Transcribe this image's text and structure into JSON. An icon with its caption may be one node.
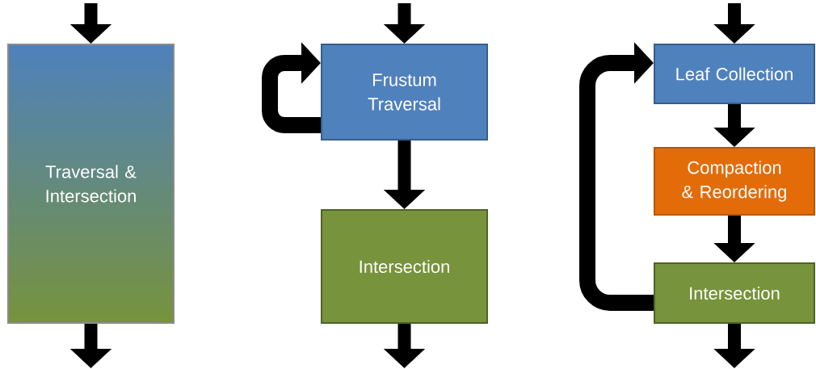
{
  "diagram": {
    "nodes": [
      {
        "text": [
          "Traversal & Intersection"
        ]
      },
      {
        "text": [
          "Frustum Traversal"
        ]
      },
      {
        "text": [
          "Intersection"
        ]
      },
      {
        "text": [
          "Leaf Collection"
        ]
      },
      {
        "text": [
          "Compaction & Reordering"
        ]
      },
      {
        "text": [
          "Intersection"
        ]
      }
    ],
    "edges": [
      {
        "from": null,
        "to": 0,
        "arrow": "to"
      },
      {
        "from": 0,
        "to": null,
        "arrow": "to"
      },
      {
        "from": null,
        "to": 1,
        "arrow": "to"
      },
      {
        "from": 1,
        "to": 1,
        "arrow": "to"
      },
      {
        "from": 1,
        "to": 2,
        "arrow": "to"
      },
      {
        "from": 2,
        "to": null,
        "arrow": "to"
      },
      {
        "from": null,
        "to": 3,
        "arrow": "to"
      },
      {
        "from": 3,
        "to": 4,
        "arrow": "to"
      },
      {
        "from": 4,
        "to": 5,
        "arrow": "to"
      },
      {
        "from": 5,
        "to": 3,
        "arrow": "to"
      },
      {
        "from": 5,
        "to": null,
        "arrow": "to"
      }
    ]
  }
}
